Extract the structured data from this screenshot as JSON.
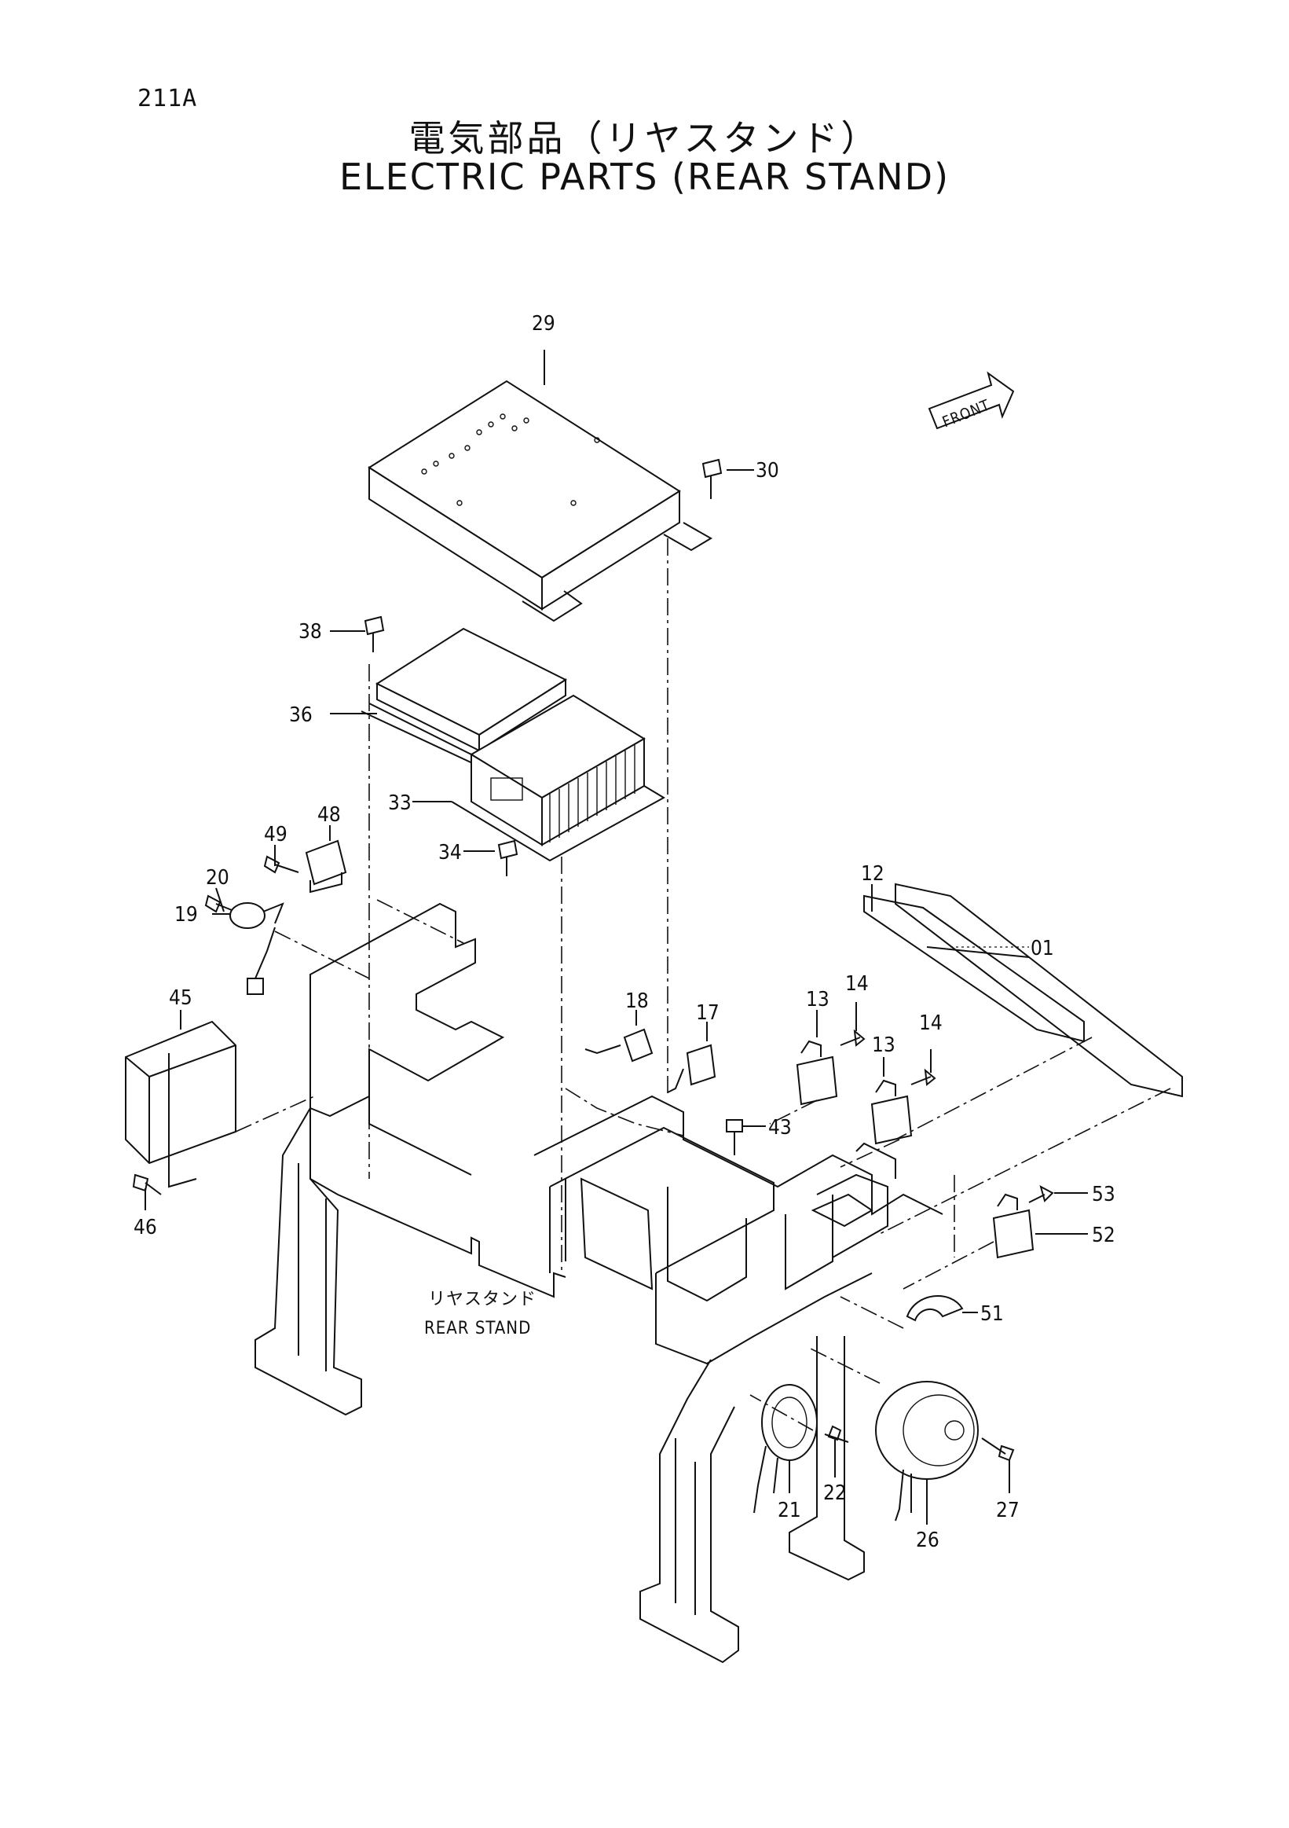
{
  "header": {
    "page_code": "211A",
    "title_jp": "電気部品（リヤスタンド）",
    "title_en": "ELECTRIC PARTS (REAR STAND)"
  },
  "front_badge": "FRONT",
  "stand_label": {
    "jp": "リヤスタンド",
    "en": "REAR STAND"
  },
  "callouts": {
    "c01": "01",
    "c12": "12",
    "c13a": "13",
    "c13b": "13",
    "c14a": "14",
    "c14b": "14",
    "c17": "17",
    "c18": "18",
    "c19": "19",
    "c20": "20",
    "c21": "21",
    "c22": "22",
    "c26": "26",
    "c27": "27",
    "c29": "29",
    "c30": "30",
    "c33": "33",
    "c34": "34",
    "c36": "36",
    "c38": "38",
    "c43": "43",
    "c45": "45",
    "c46": "46",
    "c48": "48",
    "c49": "49",
    "c51": "51",
    "c52": "52",
    "c53": "53"
  }
}
